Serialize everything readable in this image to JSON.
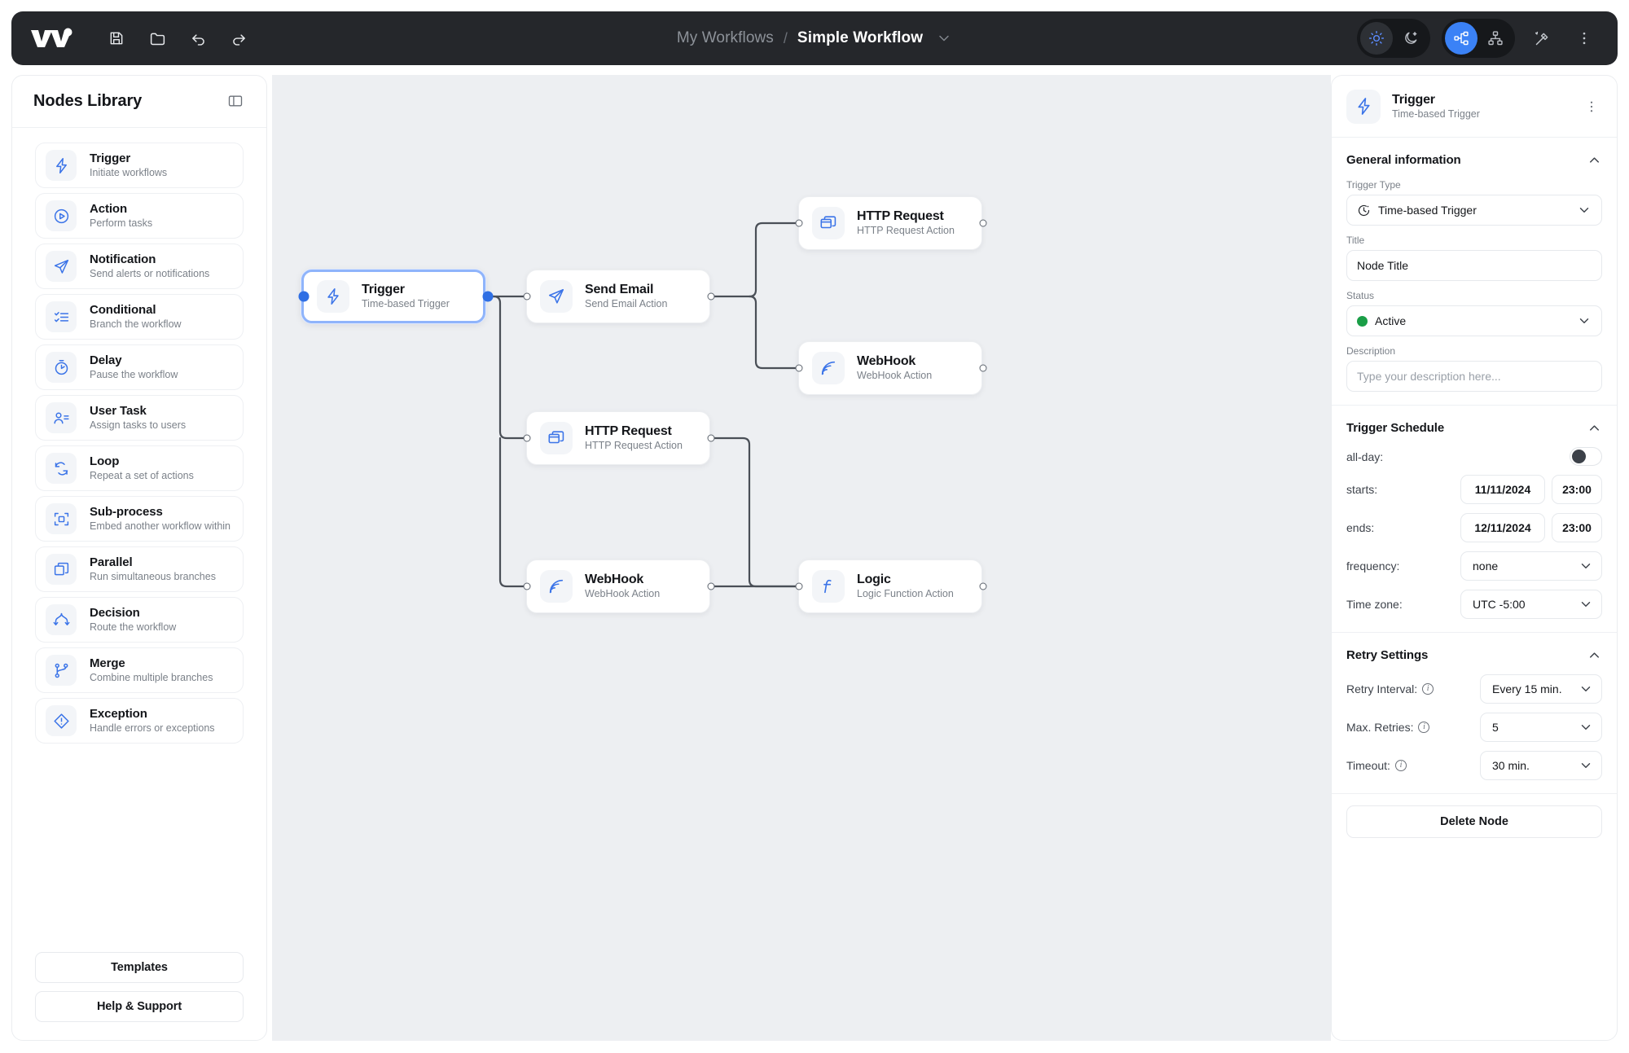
{
  "topbar": {
    "logo_name": "workflow-logo",
    "tools": [
      {
        "name": "save-icon",
        "label": "Save"
      },
      {
        "name": "open-folder-icon",
        "label": "Open"
      },
      {
        "name": "undo-icon",
        "label": "Undo"
      },
      {
        "name": "redo-icon",
        "label": "Redo"
      }
    ],
    "breadcrumb": {
      "root": "My Workflows",
      "separator": "/",
      "current": "Simple Workflow"
    },
    "right_controls": [
      {
        "name": "light-theme-icon",
        "label": "Light theme",
        "state": "active"
      },
      {
        "name": "dark-theme-icon",
        "label": "Dark theme",
        "state": "inactive"
      },
      {
        "name": "horizontal-layout-icon",
        "label": "Horizontal layout",
        "state": "active"
      },
      {
        "name": "vertical-layout-icon",
        "label": "Vertical layout",
        "state": "inactive"
      },
      {
        "name": "magic-wand-icon",
        "label": "Auto arrange",
        "state": "inactive"
      },
      {
        "name": "more-options-icon",
        "label": "More options",
        "state": "inactive"
      }
    ]
  },
  "sidebar": {
    "title": "Nodes Library",
    "collapse_label": "Collapse panel",
    "items": [
      {
        "icon": "bolt-icon",
        "name": "Trigger",
        "desc": "Initiate workflows"
      },
      {
        "icon": "play-circle-icon",
        "name": "Action",
        "desc": "Perform tasks"
      },
      {
        "icon": "send-icon",
        "name": "Notification",
        "desc": "Send alerts or notifications"
      },
      {
        "icon": "checklist-icon",
        "name": "Conditional",
        "desc": "Branch the workflow"
      },
      {
        "icon": "stopwatch-icon",
        "name": "Delay",
        "desc": "Pause the workflow"
      },
      {
        "icon": "user-task-icon",
        "name": "User Task",
        "desc": "Assign tasks to users"
      },
      {
        "icon": "loop-icon",
        "name": "Loop",
        "desc": "Repeat a set of actions"
      },
      {
        "icon": "subprocess-icon",
        "name": "Sub-process",
        "desc": "Embed another workflow within"
      },
      {
        "icon": "parallel-icon",
        "name": "Parallel",
        "desc": "Run simultaneous branches"
      },
      {
        "icon": "decision-icon",
        "name": "Decision",
        "desc": "Route the workflow"
      },
      {
        "icon": "merge-icon",
        "name": "Merge",
        "desc": "Combine multiple branches"
      },
      {
        "icon": "exception-icon",
        "name": "Exception",
        "desc": "Handle errors or exceptions"
      }
    ],
    "footer_buttons": [
      {
        "name": "templates-button",
        "label": "Templates"
      },
      {
        "name": "help-support-button",
        "label": "Help & Support"
      }
    ]
  },
  "canvas": {
    "background_color": "#edeff2",
    "edge_color": "#4a4f57",
    "nodes": [
      {
        "id": "trigger",
        "icon": "bolt-icon",
        "title": "Trigger",
        "subtitle": "Time-based Trigger",
        "selected": true
      },
      {
        "id": "email",
        "icon": "send-icon",
        "title": "Send Email",
        "subtitle": "Send Email Action",
        "selected": false
      },
      {
        "id": "http1",
        "icon": "http-window-icon",
        "title": "HTTP Request",
        "subtitle": "HTTP Request Action",
        "selected": false
      },
      {
        "id": "webhook1",
        "icon": "webhook-icon",
        "title": "WebHook",
        "subtitle": "WebHook Action",
        "selected": false
      },
      {
        "id": "http2",
        "icon": "http-window-icon",
        "title": "HTTP Request",
        "subtitle": "HTTP Request Action",
        "selected": false
      },
      {
        "id": "webhook2",
        "icon": "webhook-icon",
        "title": "WebHook",
        "subtitle": "WebHook Action",
        "selected": false
      },
      {
        "id": "logic",
        "icon": "function-icon",
        "title": "Logic",
        "subtitle": "Logic Function Action",
        "selected": false
      }
    ]
  },
  "panel": {
    "header": {
      "icon": "bolt-icon",
      "title": "Trigger",
      "subtitle": "Time-based Trigger",
      "menu_label": "Node options"
    },
    "general": {
      "section_title": "General information",
      "trigger_type_label": "Trigger Type",
      "trigger_type_value": "Time-based Trigger",
      "title_label": "Title",
      "title_value": "Node Title",
      "status_label": "Status",
      "status_value": "Active",
      "status_color": "#1a9e47",
      "description_label": "Description",
      "description_placeholder": "Type your description here..."
    },
    "schedule": {
      "section_title": "Trigger Schedule",
      "allday_label": "all-day:",
      "allday_state": "off",
      "starts_label": "starts:",
      "starts_date": "11/11/2024",
      "starts_time": "23:00",
      "ends_label": "ends:",
      "ends_date": "12/11/2024",
      "ends_time": "23:00",
      "frequency_label": "frequency:",
      "frequency_value": "none",
      "timezone_label": "Time zone:",
      "timezone_value": "UTC -5:00"
    },
    "retry": {
      "section_title": "Retry Settings",
      "interval_label": "Retry Interval:",
      "interval_value": "Every 15 min.",
      "max_label": "Max. Retries:",
      "max_value": "5",
      "timeout_label": "Timeout:",
      "timeout_value": "30 min."
    },
    "delete_label": "Delete Node"
  }
}
